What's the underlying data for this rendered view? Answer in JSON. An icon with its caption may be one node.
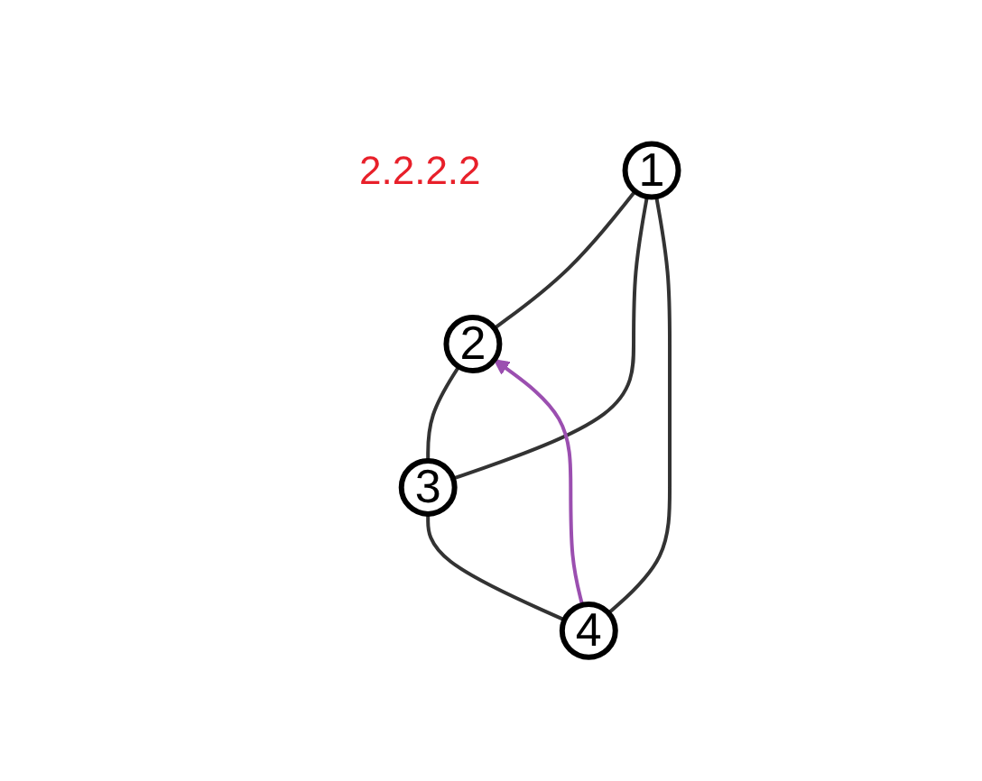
{
  "diagram": {
    "nodes": [
      {
        "text": [
          "1"
        ]
      },
      {
        "text": [
          "2"
        ],
        "beside": [
          "2.2.2.2"
        ]
      },
      {
        "text": [
          "3"
        ]
      },
      {
        "text": [
          "4"
        ]
      }
    ],
    "edges": [
      {
        "from": 0,
        "to": 1,
        "arrow": "none"
      },
      {
        "from": 1,
        "to": 2,
        "arrow": "none"
      },
      {
        "from": 0,
        "to": 2,
        "arrow": "none"
      },
      {
        "from": 0,
        "to": 3,
        "arrow": "none"
      },
      {
        "from": 2,
        "to": 3,
        "arrow": "none"
      },
      {
        "from": 3,
        "to": 1,
        "arrow": "to",
        "color": "#9b4fb0"
      }
    ]
  }
}
